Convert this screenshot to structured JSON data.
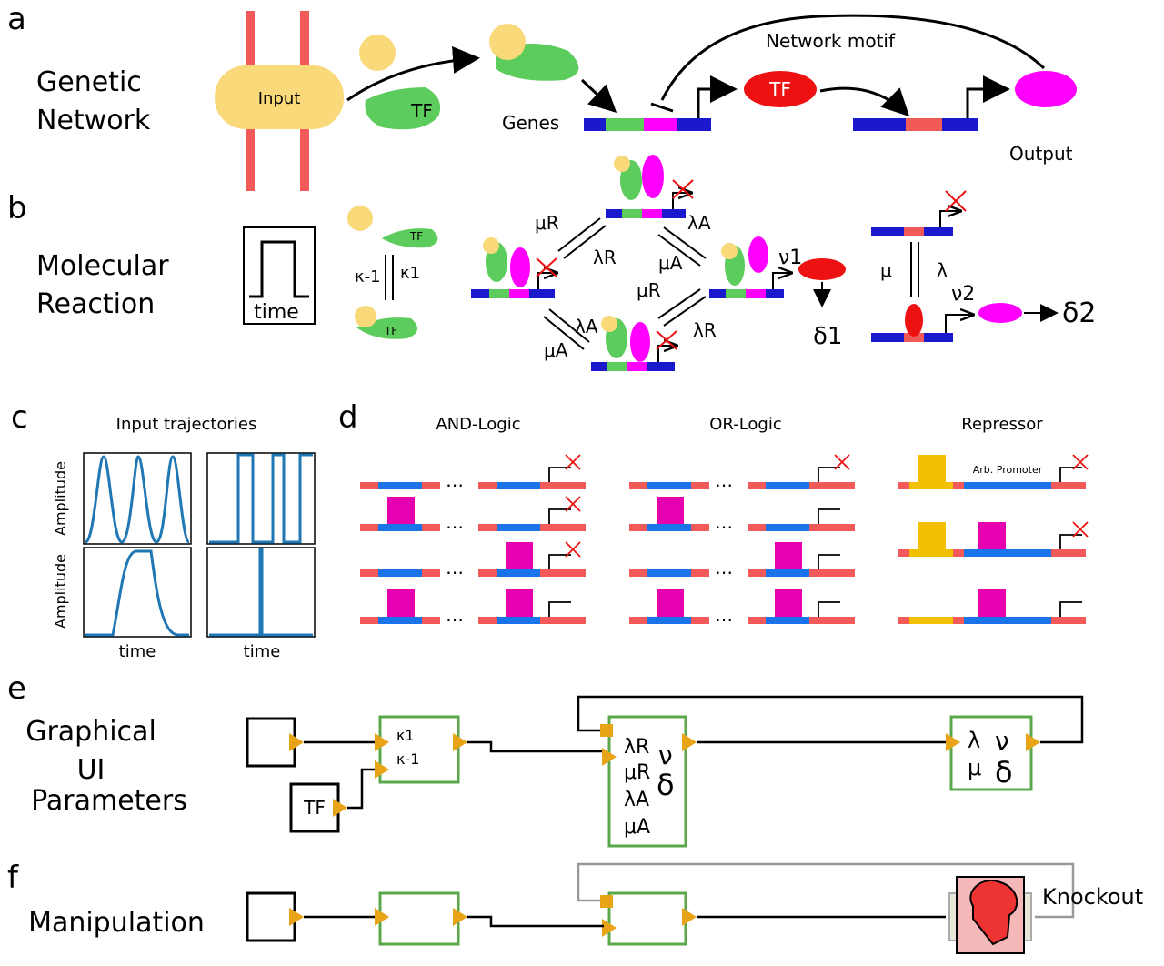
{
  "panels": {
    "a": {
      "letter": "a",
      "title_line1": "Genetic",
      "title_line2": "Network",
      "input_label": "Input",
      "tf_label": "TF",
      "genes_label": "Genes",
      "motif_label": "Network motif",
      "tf2_label": "TF",
      "output_label": "Output"
    },
    "b": {
      "letter": "b",
      "title_line1": "Molecular",
      "title_line2": "Reaction",
      "time_label": "time",
      "tf_small_1": "TF",
      "tf_small_2": "TF",
      "k_minus": "κ-1",
      "k_plus": "κ1",
      "mu_r": "μR",
      "lambda_r": "λR",
      "lambda_a": "λA",
      "mu_a": "μA",
      "mu_r2": "μR",
      "lambda_a2": "λA",
      "mu_a2": "μA",
      "lambda_r2": "λR",
      "nu1": "ν1",
      "delta1": "δ1",
      "mu": "μ",
      "lambda": "λ",
      "nu2": "ν2",
      "delta2": "δ2"
    },
    "c": {
      "letter": "c",
      "title": "Input trajectories",
      "ylabel": "Amplitude",
      "xlabel": "time"
    },
    "d": {
      "letter": "d",
      "and_title": "AND-Logic",
      "or_title": "OR-Logic",
      "repressor_title": "Repressor",
      "arb_promoter": "Arb. Promoter",
      "dots": "⋯"
    },
    "e": {
      "letter": "e",
      "title_line1": "Graphical",
      "title_line2": "UI",
      "title_line3": "Parameters",
      "tf_box": "TF",
      "k1": "κ1",
      "km1": "κ-1",
      "lr": "λR",
      "mr": "μR",
      "la": "λA",
      "ma": "μA",
      "nu": "ν",
      "delta": "δ",
      "lambda": "λ",
      "mu": "μ",
      "nu2": "ν",
      "delta2": "δ"
    },
    "f": {
      "letter": "f",
      "title": "Manipulation",
      "knockout": "Knockout"
    }
  },
  "colors": {
    "membrane": "#f25a5a",
    "input": "#f9d97a",
    "tf": "#5ccc5c",
    "dna": "#1a1acc",
    "magenta": "#ff00ff",
    "red": "#ee1111",
    "plot_line": "#1f77b4",
    "block_green": "#5aa84a",
    "port_orange": "#e8a317"
  }
}
